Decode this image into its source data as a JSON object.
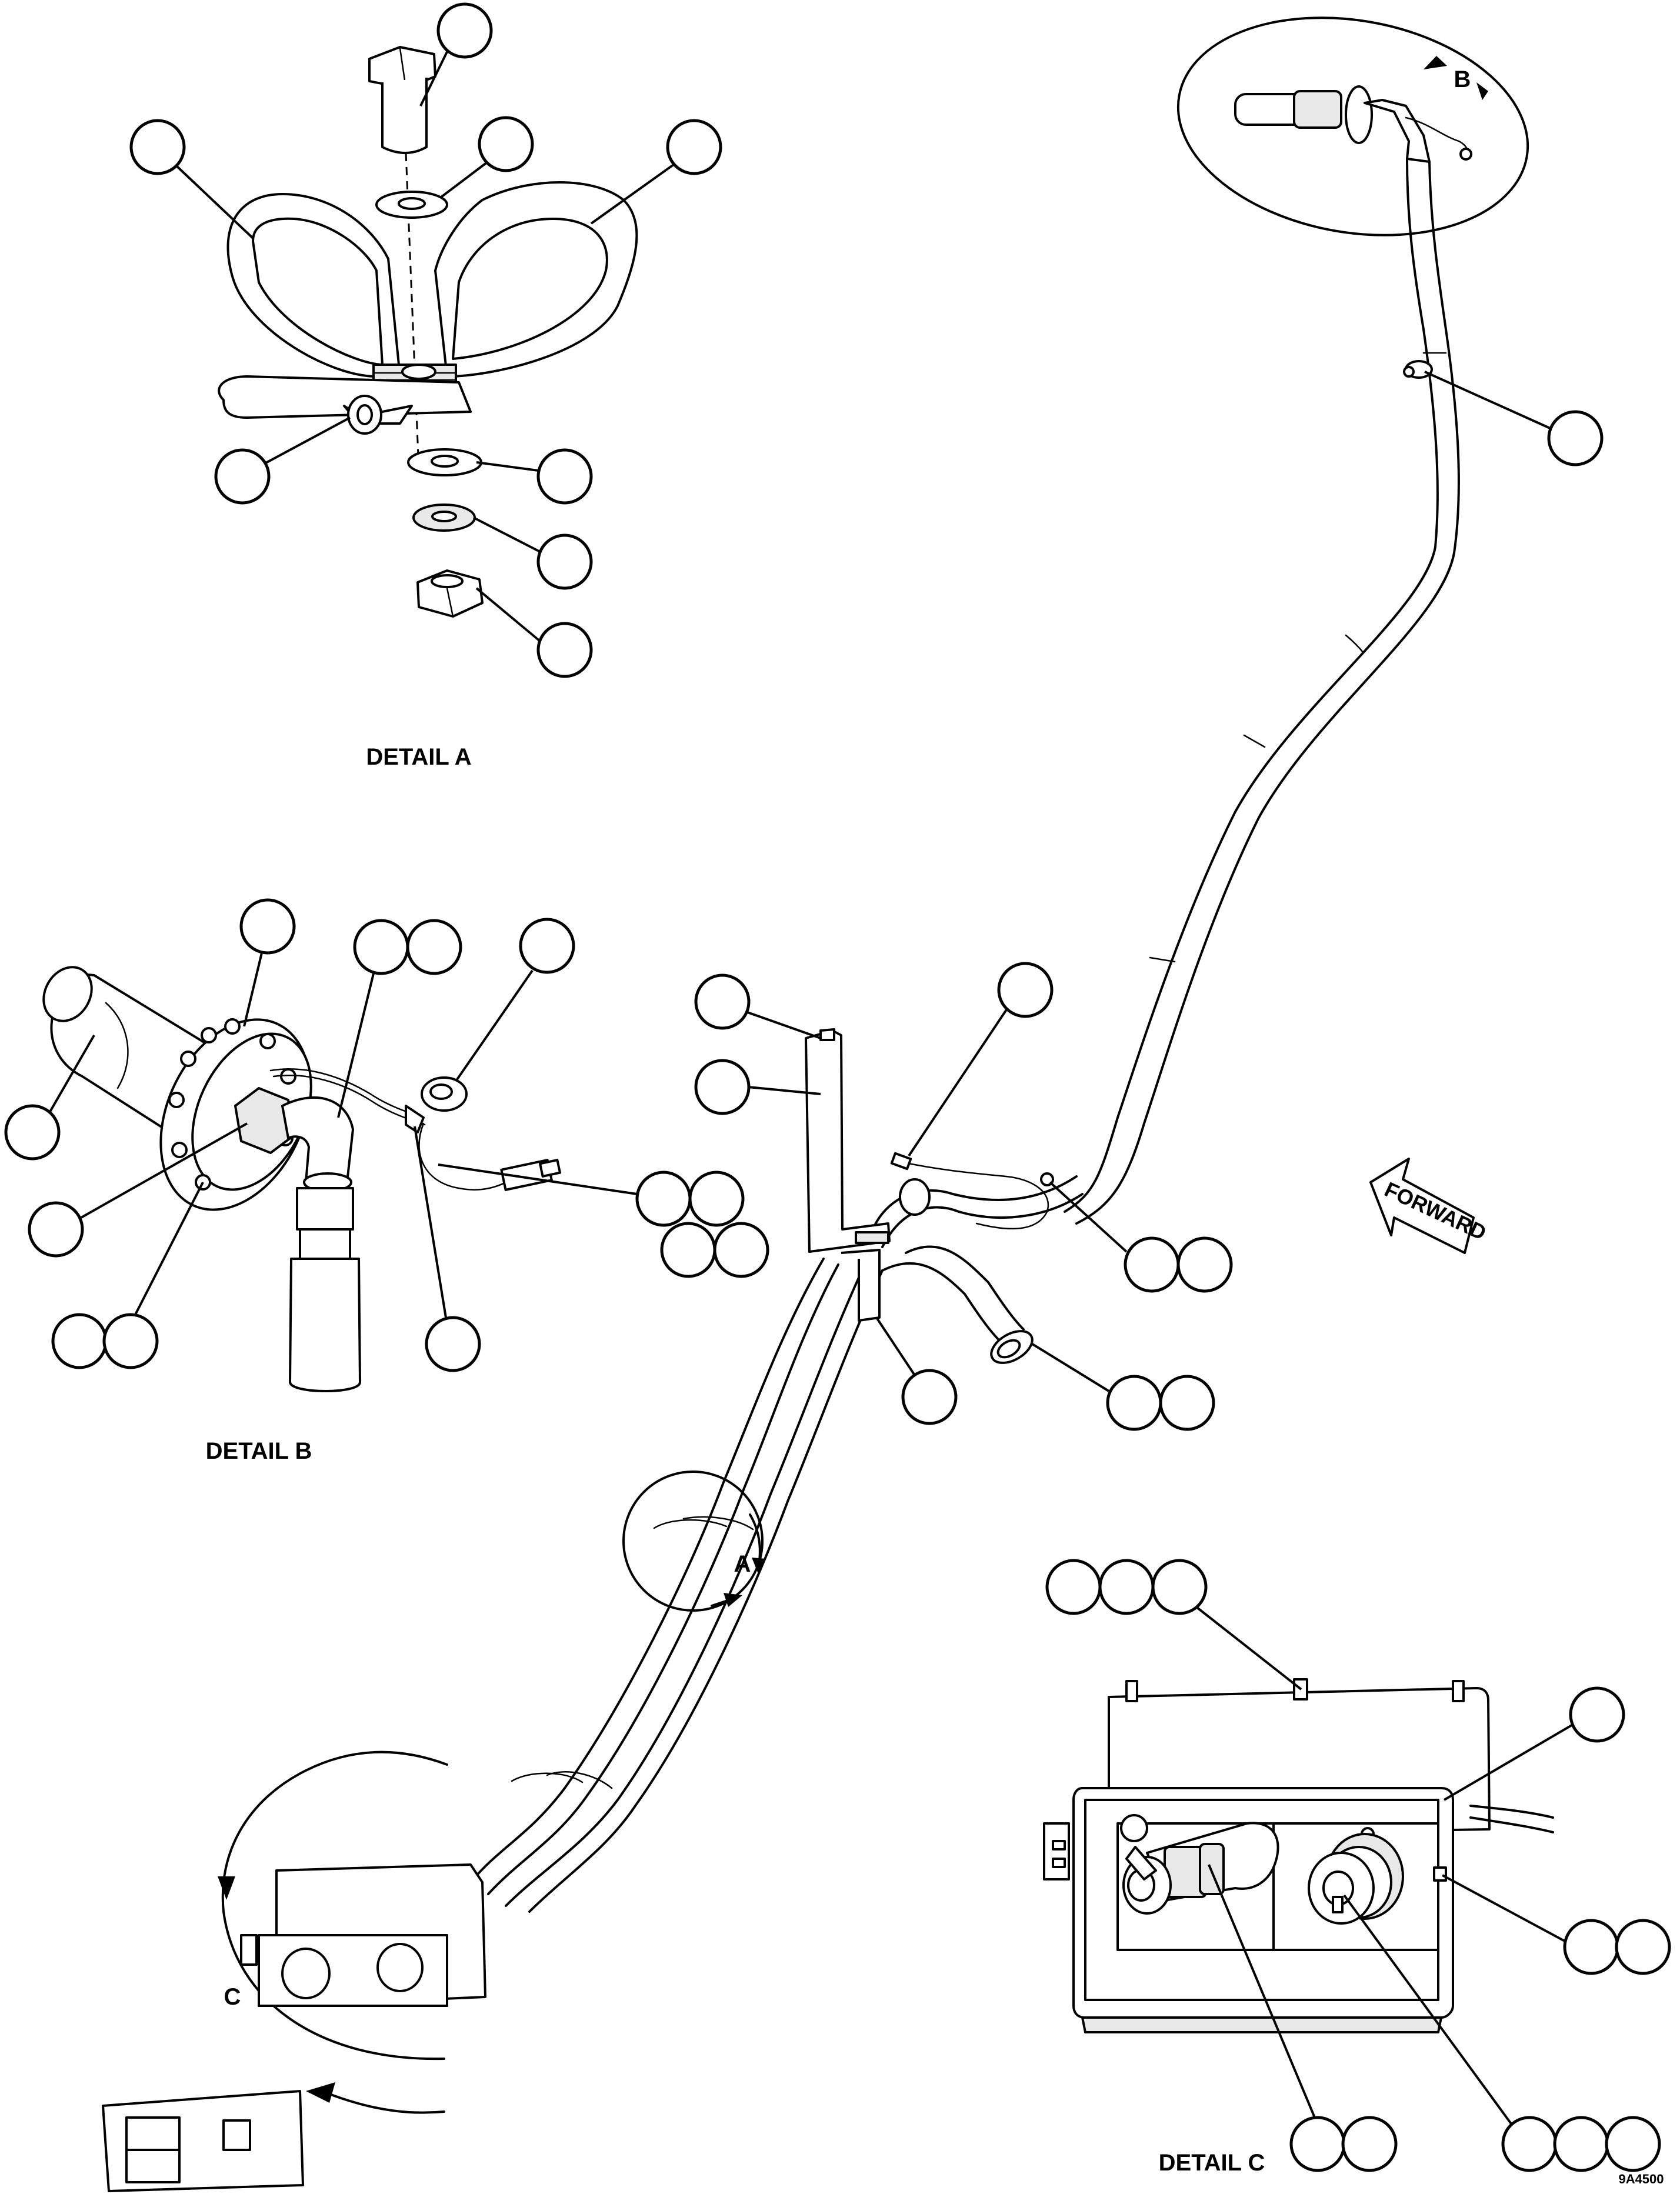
{
  "labels": {
    "detail_a": "DETAIL A",
    "detail_b": "DETAIL B",
    "detail_c": "DETAIL C",
    "view_a": "A",
    "view_b": "B",
    "view_c": "C",
    "forward": "FORWARD",
    "drawing_number": "9A4500"
  }
}
